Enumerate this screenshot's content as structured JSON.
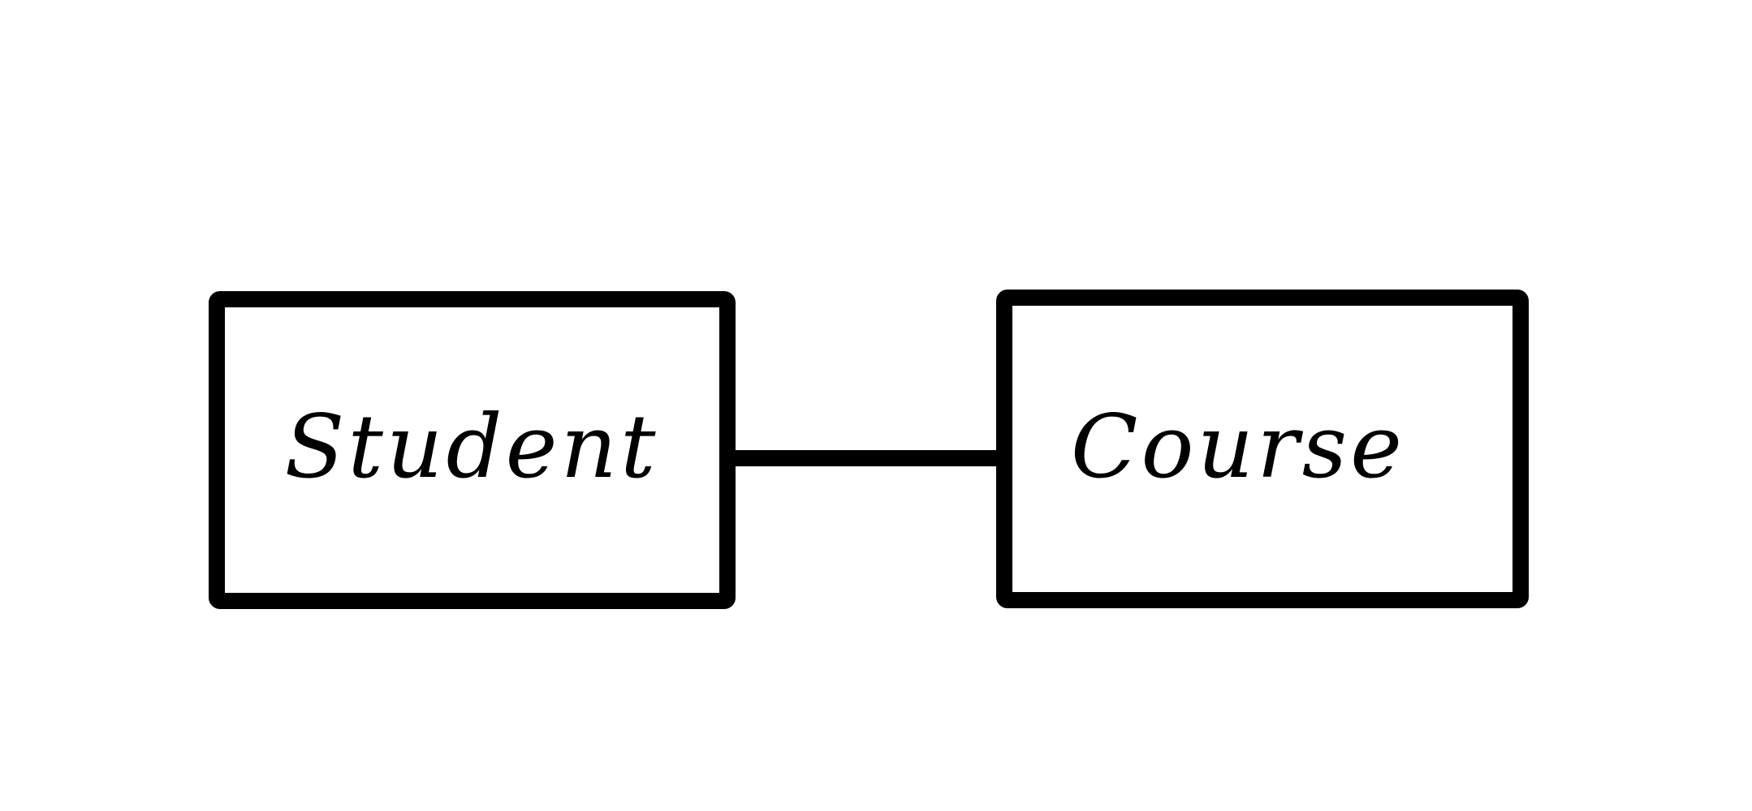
{
  "diagram": {
    "entities": [
      {
        "id": "student",
        "label": "Student"
      },
      {
        "id": "course",
        "label": "Course"
      }
    ],
    "relationships": [
      {
        "from": "student",
        "to": "course"
      }
    ],
    "colors": {
      "stroke": "#000000",
      "background": "#ffffff"
    }
  }
}
